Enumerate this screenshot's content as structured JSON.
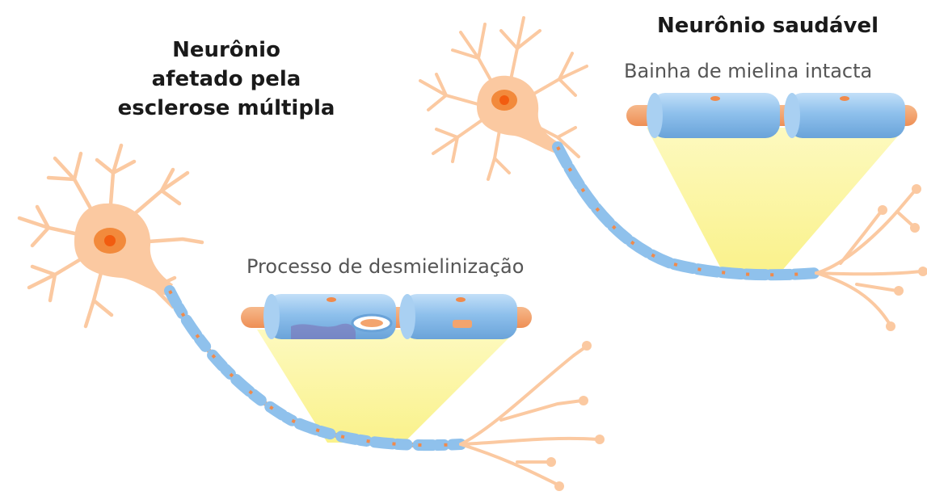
{
  "affected_neuron": {
    "title_lines": [
      "Neurônio",
      "afetado pela",
      "esclerose múltipla"
    ],
    "caption": "Processo de desmielinização"
  },
  "healthy_neuron": {
    "title": "Neurônio saudável",
    "caption": "Bainha de mielina intacta"
  },
  "colors": {
    "neuron": "#fbc9a1",
    "nucleus": "#f07a1f",
    "axon_core": "#f3a46e",
    "myelin": "#8fc1ec",
    "myelin_light": "#c4e0f7",
    "node_dot": "#f08a4b",
    "zoom_beam": "#fbf7a0"
  }
}
